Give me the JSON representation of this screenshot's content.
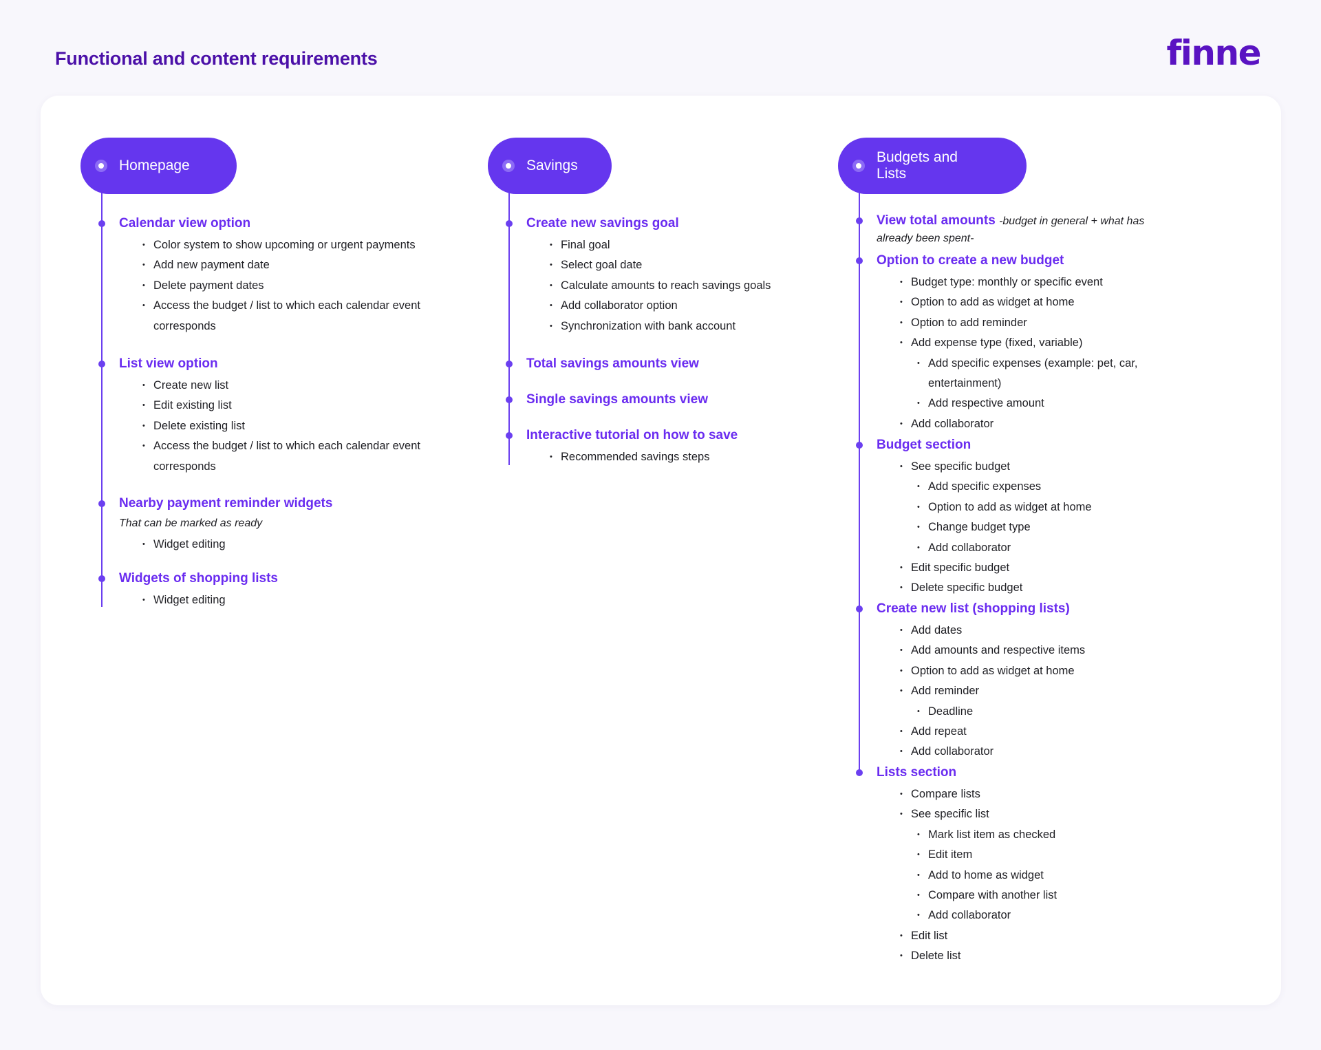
{
  "page_title": "Functional and content requirements",
  "logo_text": "finne",
  "colors": {
    "accent": "#6536ee",
    "heading": "#6a2cf0",
    "title": "#4b10a8",
    "background": "#f8f7fc"
  },
  "columns": [
    {
      "category": "Homepage",
      "sections": [
        {
          "title": "Calendar view option",
          "items": [
            "Color system to show upcoming or urgent payments",
            "Add new payment date",
            "Delete payment dates",
            "Access the budget / list to which each calendar event",
            "corresponds"
          ]
        },
        {
          "title": "List view option",
          "items": [
            "Create new list",
            "Edit existing list",
            "Delete existing list",
            "Access the budget / list to which each calendar event",
            "corresponds"
          ]
        },
        {
          "title": "Nearby payment reminder widgets",
          "note": "That can be marked as ready",
          "items": [
            "Widget editing"
          ]
        },
        {
          "title": "Widgets of shopping lists",
          "items": [
            "Widget editing"
          ]
        }
      ]
    },
    {
      "category": "Savings",
      "sections": [
        {
          "title": "Create new savings goal",
          "items": [
            "Final goal",
            "Select goal date",
            "Calculate amounts to reach savings goals",
            "Add collaborator option",
            "Synchronization with bank account"
          ]
        },
        {
          "title": "Total savings amounts view"
        },
        {
          "title": "Single savings amounts view"
        },
        {
          "title": "Interactive tutorial on how to save",
          "items": [
            "Recommended savings steps"
          ]
        }
      ]
    },
    {
      "category": "Budgets and Lists",
      "sections": [
        {
          "title": "View total amounts",
          "note_inline": "-budget in general + what has",
          "note_continued": "already been spent-"
        },
        {
          "title": "Option to create a new budget",
          "items": [
            "Budget type: monthly or specific event",
            "Option to add as widget at home",
            "Option to add reminder",
            "Add expense type (fixed, variable)",
            "Add specific expenses (example: pet, car,",
            "entertainment)",
            "Add respective amount",
            "Add collaborator"
          ]
        },
        {
          "title": "Budget section",
          "items": [
            "See specific budget",
            "Add specific expenses",
            "Option to add as widget at home",
            "Change budget type",
            "Add collaborator",
            "Edit specific budget",
            "Delete specific budget"
          ]
        },
        {
          "title": "Create new list (shopping lists)",
          "items": [
            "Add dates",
            "Add amounts and respective items",
            "Option to add as widget at home",
            "Add reminder",
            "Deadline",
            "Add repeat",
            "Add collaborator"
          ]
        },
        {
          "title": "Lists section",
          "items": [
            "Compare lists",
            "See specific list",
            "Mark list item as checked",
            "Edit item",
            "Add to home as widget",
            "Compare with another list",
            "Add collaborator",
            "Edit list",
            "Delete list"
          ]
        }
      ]
    }
  ]
}
